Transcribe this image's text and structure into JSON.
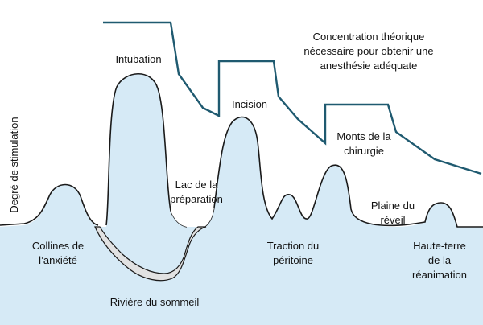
{
  "y_axis_label": "Degré de stimulation",
  "concentration_label": {
    "line1": "Concentration théorique",
    "line2": "nécessaire pour obtenir une",
    "line3": "anesthésie adéquate"
  },
  "terrain_labels": {
    "intubation": "Intubation",
    "incision": "Incision",
    "lac_line1": "Lac de la",
    "lac_line2": "préparation",
    "monts_line1": "Monts de la",
    "monts_line2": "chirurgie",
    "collines_line1": "Collines de",
    "collines_line2": "l’anxiété",
    "traction_line1": "Traction du",
    "traction_line2": "péritoine",
    "plaine_line1": "Plaine du",
    "plaine_line2": "réveil",
    "haute_line1": "Haute-terre",
    "haute_line2": "de la",
    "haute_line3": "réanimation",
    "riviere": "Rivière du sommeil"
  },
  "colors": {
    "sky_fill": "#cfe6f4",
    "terrain_fill": "#d6eaf6",
    "river_fill": "#e2e2e2",
    "concentration_line": "#1f5a70",
    "outline": "#1a1a1a"
  }
}
